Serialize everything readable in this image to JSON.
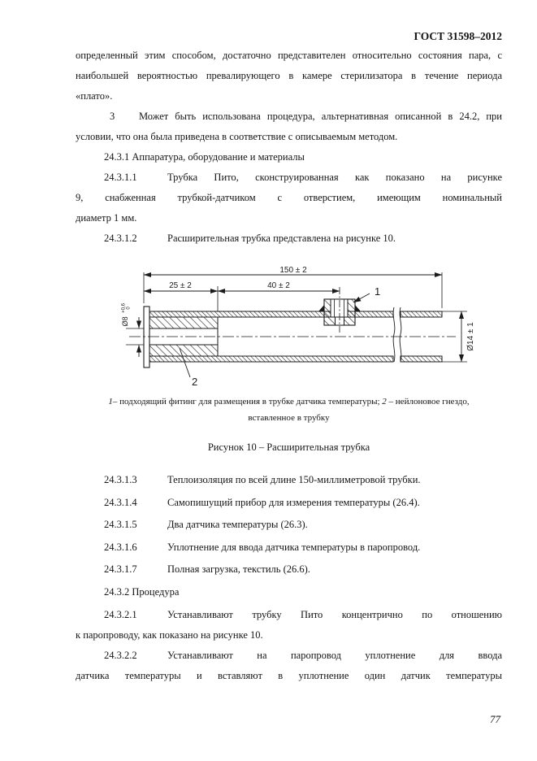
{
  "page": {
    "header_title": "ГОСТ 31598–2012",
    "page_number": "77"
  },
  "paragraphs": [
    {
      "lines": [
        "определенный этим способом, достаточно представителен относительно состояния пара, с",
        "наибольшей вероятностью превалирующего в камере стерилизатора в течение периода",
        "«плато»."
      ]
    },
    {
      "num": "3",
      "lines": [
        "Может быть использована процедура, альтернативная описанной в 24.2, при",
        "условии, что она была приведена в соответствие с описываемым методом."
      ]
    },
    {
      "lines": [
        "24.3.1 Аппаратура, оборудование и материалы"
      ]
    },
    {
      "num": "24.3.1.1",
      "lines": [
        "Трубка Пито, сконструированная как показано на рисунке",
        "9, снабженная трубкой-датчиком с отверстием, имеющим номинальный",
        "диаметр 1 мм."
      ]
    },
    {
      "num": "24.3.1.2",
      "lines": [
        "Расширительная трубка представлена на рисунке 10."
      ]
    }
  ],
  "figure": {
    "dim_overall": "150 ± 2",
    "dim_left": "25 ± 2",
    "dim_mid": "40 ± 2",
    "dim_right_dia": "Ø14 ± 1",
    "dia8": "Ø8",
    "dia8_sup": "+0,6",
    "dia8_sub": "0",
    "callout_1": "1",
    "callout_2": "2",
    "caption_n1": "1–",
    "caption_t1": "подходящий фитинг для размещения в трубке датчика температуры;",
    "caption_n2": "2",
    "caption_t2": "– нейлоновое гнездо,",
    "caption_line2": "вставленное в трубку",
    "title": "Рисунок 10 – Расширительная трубка"
  },
  "items": [
    {
      "num": "24.3.1.3",
      "lines": [
        "Теплоизоляция по всей длине 150-миллиметровой трубки."
      ]
    },
    {
      "num": "24.3.1.4",
      "lines": [
        "Самопишущий прибор для измерения температуры (26.4)."
      ]
    },
    {
      "num": "24.3.1.5",
      "lines": [
        "Два датчика температуры (26.3)."
      ]
    },
    {
      "num": "24.3.1.6",
      "lines": [
        "Уплотнение для ввода датчика температуры в паропровод."
      ]
    },
    {
      "num": "24.3.1.7",
      "lines": [
        "Полная загрузка, текстиль (26.6)."
      ]
    },
    {
      "lines": [
        "24.3.2 Процедура"
      ]
    },
    {
      "num": "24.3.2.1",
      "lines": [
        "Устанавливают трубку Пито концентрично по отношению",
        "к паропроводу, как показано на рисунке 10."
      ]
    },
    {
      "num": "24.3.2.2",
      "lines": [
        "Устанавливают на паропровод уплотнение для ввода",
        "датчика температуры и вставляют в уплотнение один датчик температуры"
      ]
    }
  ]
}
